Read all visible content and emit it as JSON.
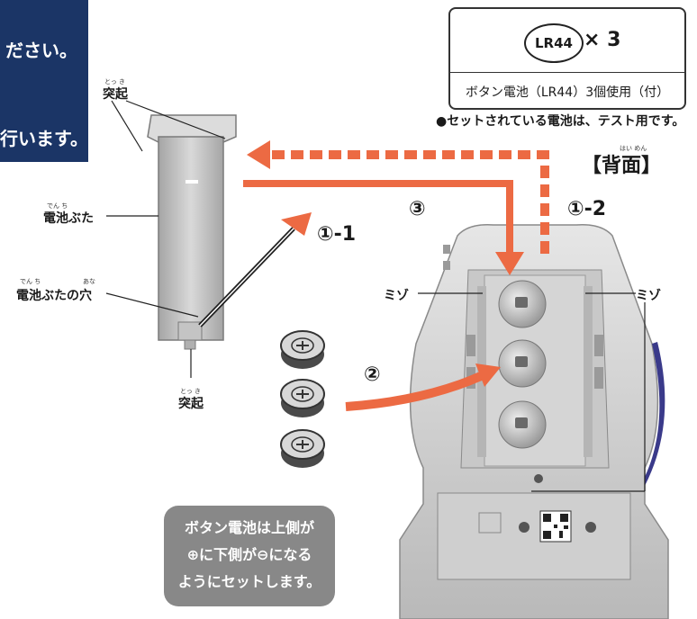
{
  "instructions": {
    "line1": "ださい。",
    "line2": "行います。"
  },
  "battery_box": {
    "battery_type": "LR44",
    "quantity": "× 3",
    "caption": "ボタン電池（LR44）3個使用（付）"
  },
  "note": "●セットされている電池は、テスト用です。",
  "view_heading": "【背面】",
  "labels": {
    "protrusion_top": "突起",
    "battery_cover": "電池ぶた",
    "battery_cover_hole": "電池ぶたの穴",
    "protrusion_bottom": "突起",
    "groove_left": "ミゾ",
    "groove_right": "ミゾ"
  },
  "furigana": {
    "tokki": "とっ き",
    "denchi": "でん ち",
    "ana": "あな",
    "haimen": "はい めん"
  },
  "steps": {
    "step_1_1": "①-1",
    "step_1_2": "①-2",
    "step_2": "②",
    "step_3": "③"
  },
  "bubble": {
    "line1": "ボタン電池は上側が",
    "line2": "⊕に下側が⊖になる",
    "line3": "ようにセットします。"
  },
  "colors": {
    "arrow": "#ec6a43",
    "navy": "#1b3566",
    "bubble": "#888888"
  }
}
